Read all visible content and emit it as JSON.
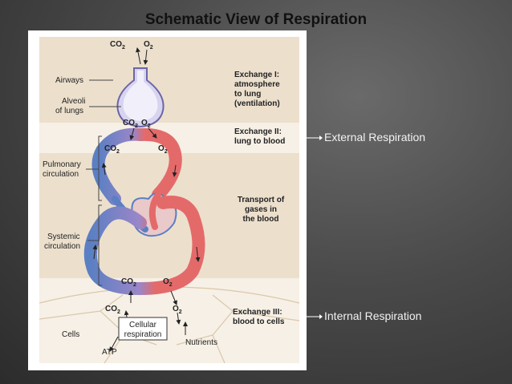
{
  "title": "Schematic View of Respiration",
  "diagram": {
    "left_labels": {
      "airways": "Airways",
      "alveoli_line1": "Alveoli",
      "alveoli_line2": "of lungs",
      "pulmonary_line1": "Pulmonary",
      "pulmonary_line2": "circulation",
      "systemic_line1": "Systemic",
      "systemic_line2": "circulation",
      "cells": "Cells",
      "atp": "ATP",
      "nutrients": "Nutrients",
      "cellular_line1": "Cellular",
      "cellular_line2": "respiration"
    },
    "exchanges": {
      "ex1_line1": "Exchange I:",
      "ex1_line2": "atmosphere",
      "ex1_line3": "to lung",
      "ex1_line4": "(ventilation)",
      "ex2_line1": "Exchange II:",
      "ex2_line2": "lung to blood",
      "transport_line1": "Transport of",
      "transport_line2": "gases in",
      "transport_line3": "the blood",
      "ex3_line1": "Exchange III:",
      "ex3_line2": "blood to cells"
    },
    "gas": {
      "co2_base": "CO",
      "o2_base": "O",
      "sub": "2"
    }
  },
  "callouts": {
    "external": "External Respiration",
    "internal": "Internal Respiration"
  },
  "colors": {
    "band_beige": "#ece0cd",
    "band_light": "#f7f0e6",
    "blood_blue": "#5b7fc3",
    "blood_red": "#e46a6a",
    "lung": "#d8d4ef"
  }
}
